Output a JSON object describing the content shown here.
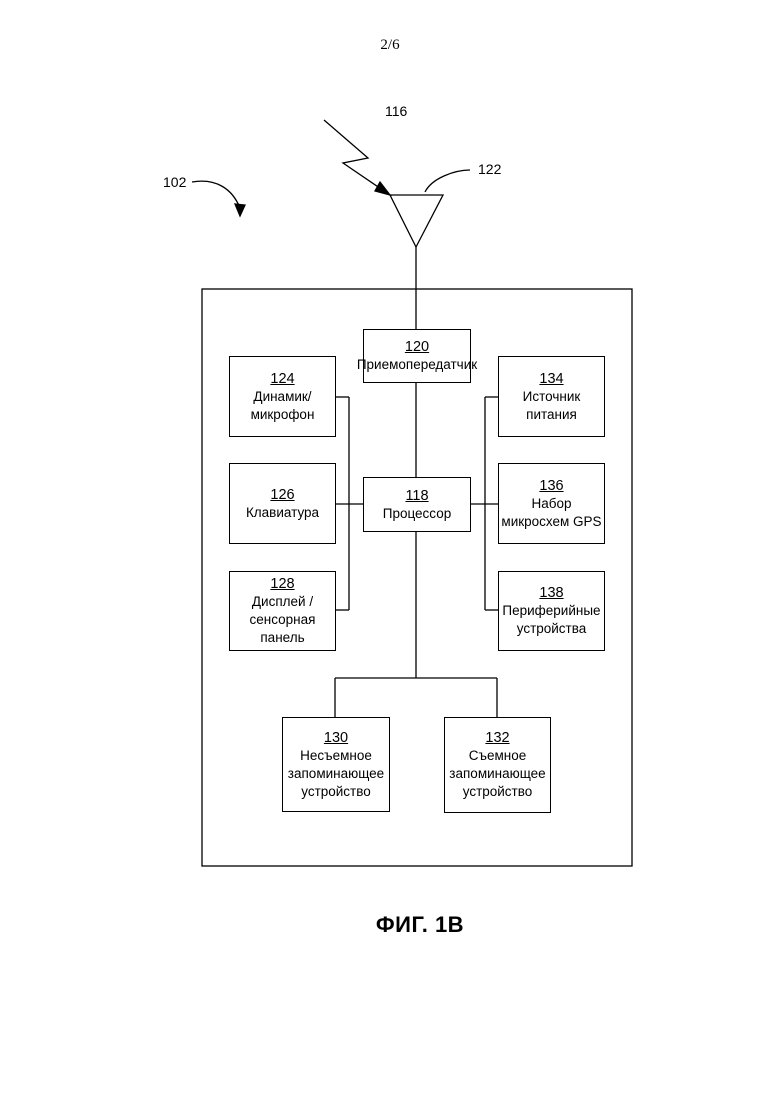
{
  "page_number": "2/6",
  "figure_caption": "ФИГ. 1В",
  "labels": {
    "device": "102",
    "signal": "116",
    "antenna": "122"
  },
  "blocks": {
    "transceiver": {
      "num": "120",
      "lines": [
        "Приемопередатчик"
      ]
    },
    "processor": {
      "num": "118",
      "lines": [
        "Процессор"
      ]
    },
    "speaker": {
      "num": "124",
      "lines": [
        "Динамик/",
        "микрофон"
      ]
    },
    "keypad": {
      "num": "126",
      "lines": [
        "Клавиатура"
      ]
    },
    "display": {
      "num": "128",
      "lines": [
        "Дисплей /",
        "сенсорная панель"
      ]
    },
    "power": {
      "num": "134",
      "lines": [
        "Источник",
        "питания"
      ]
    },
    "gps": {
      "num": "136",
      "lines": [
        "Набор",
        "микросхем GPS"
      ]
    },
    "peripherals": {
      "num": "138",
      "lines": [
        "Периферийные",
        "устройства"
      ]
    },
    "nonremovable": {
      "num": "130",
      "lines": [
        "Несъемное",
        "запоминающее",
        "устройство"
      ]
    },
    "removable": {
      "num": "132",
      "lines": [
        "Съемное",
        "запоминающее",
        "устройство"
      ]
    }
  }
}
